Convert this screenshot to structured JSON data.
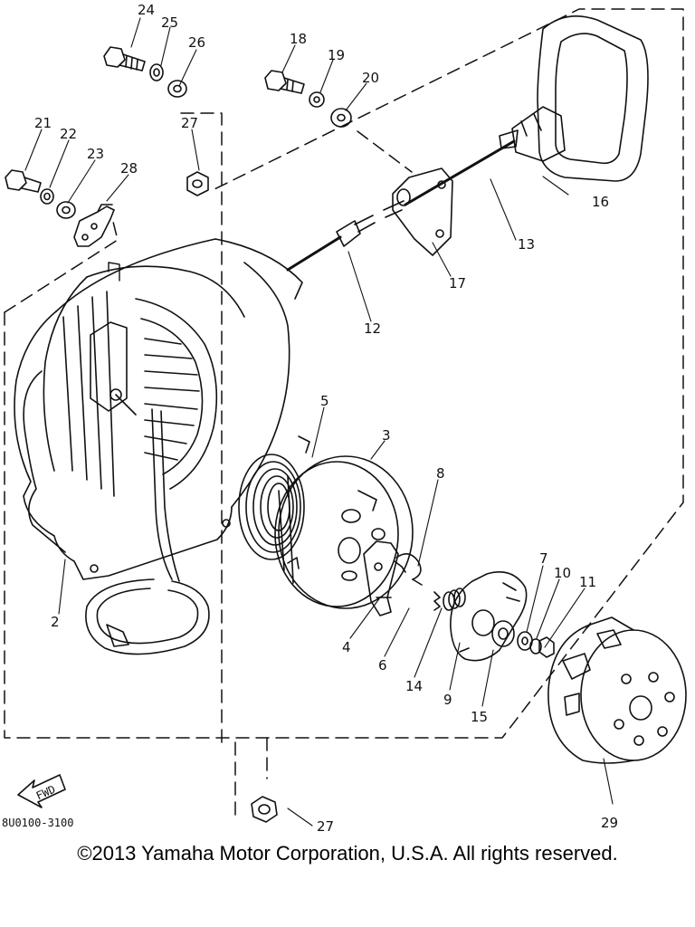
{
  "diagram": {
    "drawing_code": "8U0100-3100",
    "fwd_label": "FWD",
    "callouts": {
      "c2": "2",
      "c3": "3",
      "c4": "4",
      "c5": "5",
      "c6": "6",
      "c7": "7",
      "c8": "8",
      "c9": "9",
      "c10": "10",
      "c11": "11",
      "c12": "12",
      "c13": "13",
      "c14": "14",
      "c15": "15",
      "c16": "16",
      "c17": "17",
      "c18": "18",
      "c19": "19",
      "c20": "20",
      "c21": "21",
      "c22": "22",
      "c23": "23",
      "c24": "24",
      "c25": "25",
      "c26": "26",
      "c27a": "27",
      "c27b": "27",
      "c28": "28",
      "c29": "29"
    }
  },
  "copyright": "©2013 Yamaha Motor Corporation, U.S.A. All rights reserved."
}
